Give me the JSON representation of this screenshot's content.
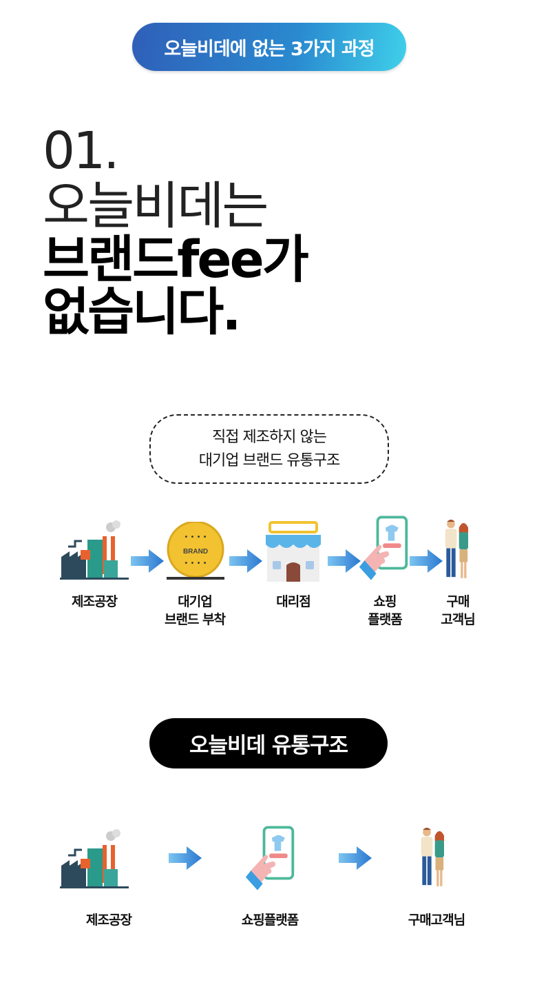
{
  "badge": "오늘비데에 없는 3가지 과정",
  "heading": {
    "line1": "01.",
    "line2": "오늘비데는",
    "line3": "브랜드fee가",
    "line4": "없습니다."
  },
  "box": {
    "line1": "직접 제조하지 않는",
    "line2": "대기업 브랜드 유통구조"
  },
  "flow1": [
    {
      "icon": "factory-icon",
      "line1": "제조공장",
      "line2": ""
    },
    {
      "icon": "brand-coin-icon",
      "line1": "대기업",
      "line2": "브랜드 부착",
      "brand_text": "BRAND"
    },
    {
      "icon": "store-icon",
      "line1": "대리점",
      "line2": ""
    },
    {
      "icon": "shopping-phone-icon",
      "line1": "쇼핑",
      "line2": "플랫폼"
    },
    {
      "icon": "customers-icon",
      "line1": "구매",
      "line2": "고객님"
    }
  ],
  "pill": "오늘비데 유통구조",
  "flow2": [
    {
      "icon": "factory-icon",
      "label": "제조공장"
    },
    {
      "icon": "shopping-phone-icon",
      "label": "쇼핑플랫폼"
    },
    {
      "icon": "customers-icon",
      "label": "구매고객님"
    }
  ],
  "colors": {
    "arrow": "#3a8fd8",
    "badge_start": "#2f5fb8",
    "badge_end": "#3fd0ea"
  }
}
